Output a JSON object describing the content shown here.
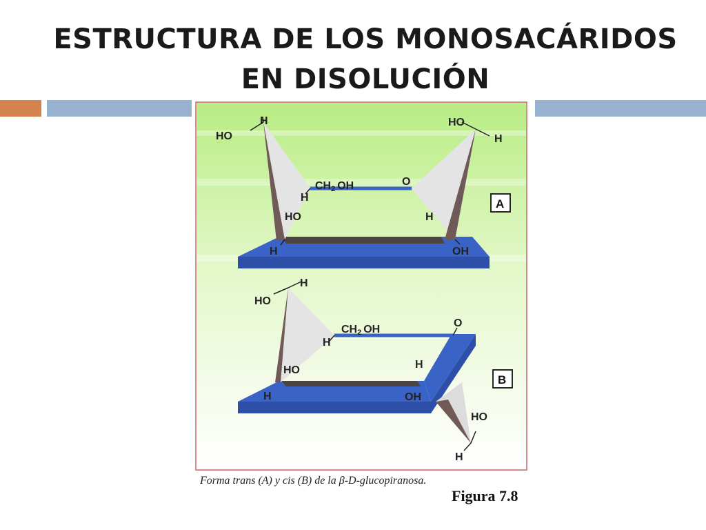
{
  "slide": {
    "title_line1": "ESTRUCTURA DE LOS MONOSACÁRIDOS",
    "title_line2": "EN DISOLUCIÓN"
  },
  "figure": {
    "panel_a": {
      "box_label": "A",
      "labels": {
        "ho_top_left": "HO",
        "h_top_left": "H",
        "ch2": "CH",
        "ch2_sub": "2",
        "oh_ch2": "OH",
        "o_ring": "O",
        "h_ring_left": "H",
        "ho_left": "HO",
        "h_bottom_left": "H",
        "ho_top_right": "HO",
        "h_top_right": "H",
        "h_right": "H",
        "oh_bottom_right": "OH"
      }
    },
    "panel_b": {
      "box_label": "B",
      "labels": {
        "h_top": "H",
        "ho_top": "HO",
        "ch2": "CH",
        "ch2_sub": "2",
        "oh_ch2": "OH",
        "o_ring": "O",
        "h_ring_left": "H",
        "ho_left": "HO",
        "h_bottom_left": "H",
        "h_right": "H",
        "oh_bottom": "OH",
        "ho_bottom_right": "HO",
        "h_bottom_right": "H"
      }
    },
    "caption": "Forma trans (A) y cis (B) de la β-D-glucopiranosa.",
    "figure_number": "Figura 7.8"
  },
  "colors": {
    "slab_blue": "#3a63c8",
    "slab_dark": "#27479b",
    "triangle_light": "#e8e8e8",
    "triangle_dark": "#6f5a57",
    "header_orange": "#d4824e",
    "header_blue": "#96b2cf",
    "green_wash": "#c7f09a"
  }
}
